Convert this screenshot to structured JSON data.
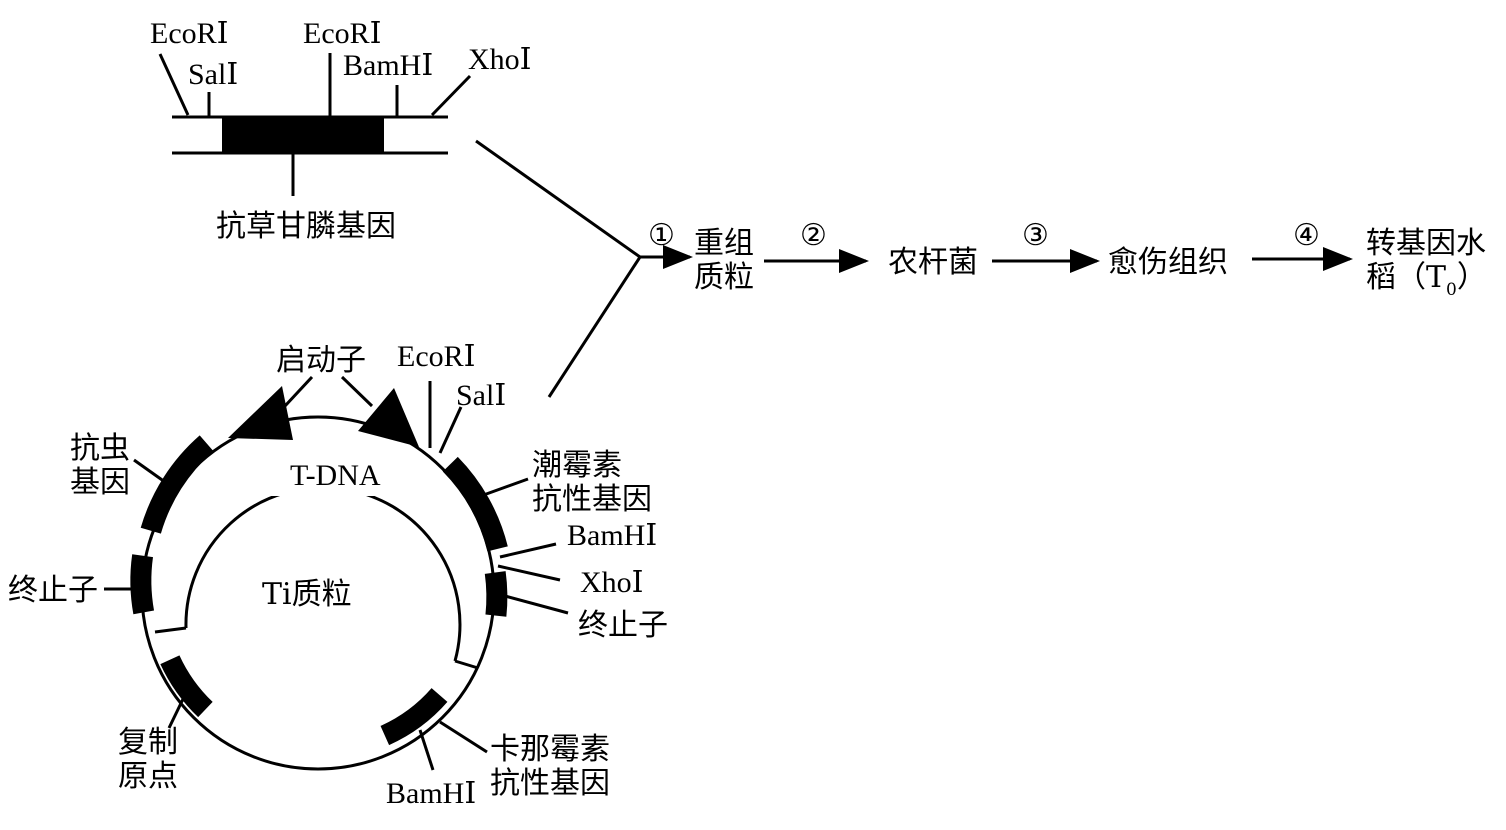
{
  "gene_fragment": {
    "sites": {
      "ecori_left": "EcoRⅠ",
      "sali": "SalⅠ",
      "ecori_right": "EcoRⅠ",
      "bamhi": "BamHⅠ",
      "xhoi": "XhoⅠ"
    },
    "gene_label": "抗草甘膦基因"
  },
  "flow": {
    "step1": "①",
    "step2": "②",
    "step3": "③",
    "step4": "④",
    "recombinant_line1": "重组",
    "recombinant_line2": "质粒",
    "agrobacterium": "农杆菌",
    "callus": "愈伤组织",
    "rice_line1": "转基因水",
    "rice_line2": "稻（T",
    "rice_subscript": "0",
    "rice_close": "）"
  },
  "plasmid": {
    "name": "Ti质粒",
    "tdna": "T-DNA",
    "promoter": "启动子",
    "ecori": "EcoRⅠ",
    "sali": "SalⅠ",
    "hyg_line1": "潮霉素",
    "hyg_line2": "抗性基因",
    "bamhi_right": "BamHⅠ",
    "xhoi": "XhoⅠ",
    "terminator_right": "终止子",
    "kan_line1": "卡那霉素",
    "kan_line2": "抗性基因",
    "bamhi_bottom": "BamHⅠ",
    "ori_line1": "复制",
    "ori_line2": "原点",
    "terminator_left": "终止子",
    "insect_line1": "抗虫",
    "insect_line2": "基因"
  }
}
